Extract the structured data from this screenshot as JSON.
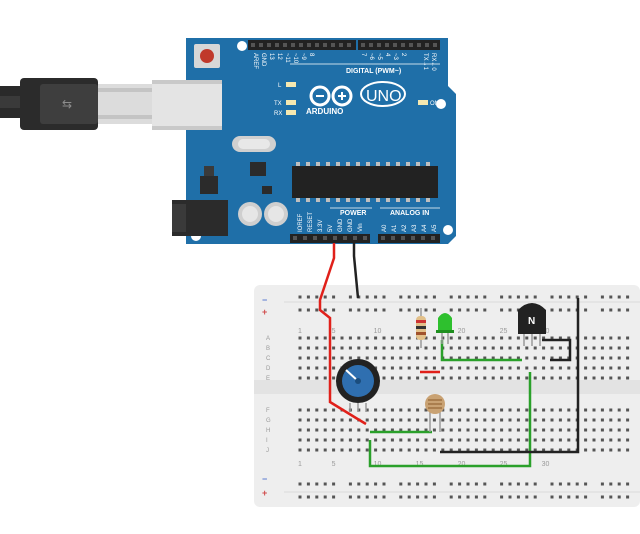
{
  "board": {
    "brand": "ARDUINO",
    "model": "UNO",
    "digital_header": "DIGITAL (PWM~)",
    "power_header": "POWER",
    "analog_header": "ANALOG IN",
    "on_label": "ON",
    "l_label": "L",
    "tx_label": "TX",
    "rx_label": "RX",
    "digital_pins": [
      "AREF",
      "GND",
      "13",
      "12",
      "~11",
      "~10",
      "~9",
      "8",
      "7",
      "~6",
      "~5",
      "4",
      "~3",
      "2",
      "TX→1",
      "RX←0"
    ],
    "power_pins": [
      "IOREF",
      "RESET",
      "3.3V",
      "5V",
      "GND",
      "GND",
      "Vin"
    ],
    "analog_pins": [
      "A0",
      "A1",
      "A2",
      "A3",
      "A4",
      "A5"
    ]
  },
  "breadboard": {
    "column_numbers": [
      "1",
      "5",
      "10",
      "15",
      "20",
      "25",
      "30"
    ],
    "rows_top": [
      "A",
      "B",
      "C",
      "D",
      "E"
    ],
    "rows_bottom": [
      "F",
      "G",
      "H",
      "I",
      "J"
    ],
    "rail_minus": "−",
    "rail_plus": "+"
  },
  "components": {
    "transistor_label": "N"
  },
  "colors": {
    "board": "#1f6fa8",
    "breadboard": "#eeeeee",
    "wire_red": "#e0201a",
    "wire_black": "#222222",
    "wire_green": "#2aa02a",
    "led_green": "#2ec02e"
  }
}
